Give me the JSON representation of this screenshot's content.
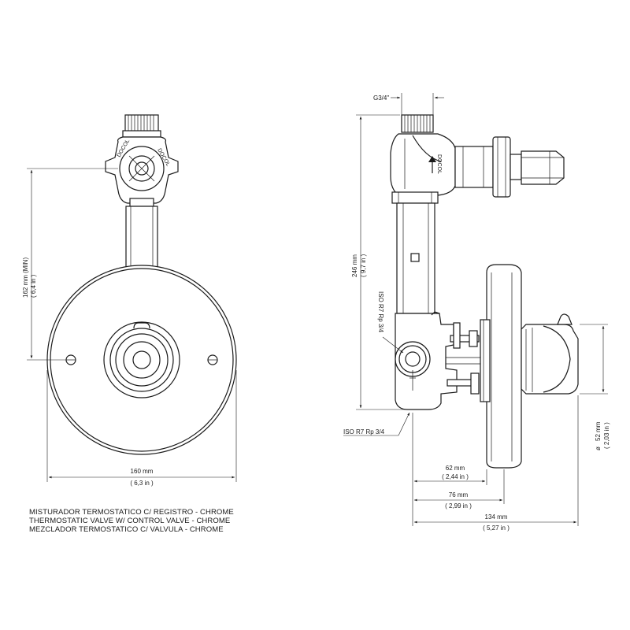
{
  "front_view": {
    "dim_height": {
      "mm": "162 mm (MIN)",
      "in": "( 6,4 in )"
    },
    "dim_width": {
      "mm": "160 mm",
      "in": "( 6,3 in )"
    }
  },
  "side_view": {
    "thread_top": "G3/4\"",
    "dim_height": {
      "mm": "246 mm",
      "in": "( 9,7 in )"
    },
    "iso_upper": "ISO R7 Rp 3/4",
    "iso_lower": "ISO R7 Rp 3/4",
    "dim_diameter": {
      "mm": "52 mm",
      "in": "( 2,03 in )",
      "symbol": "ø"
    },
    "dim_62": {
      "mm": "62 mm",
      "in": "( 2,44 in )"
    },
    "dim_76": {
      "mm": "76 mm",
      "in": "( 2,99 in )"
    },
    "dim_134": {
      "mm": "134 mm",
      "in": "( 5,27 in )"
    },
    "brand_mark": "DOCOL"
  },
  "title_block": {
    "line_pt": "MISTURADOR TERMOSTATICO C/ REGISTRO - CHROME",
    "line_en": "THERMOSTATIC VALVE W/ CONTROL VALVE - CHROME",
    "line_es": "MEZCLADOR TERMOSTATICO C/ VALVULA - CHROME"
  }
}
